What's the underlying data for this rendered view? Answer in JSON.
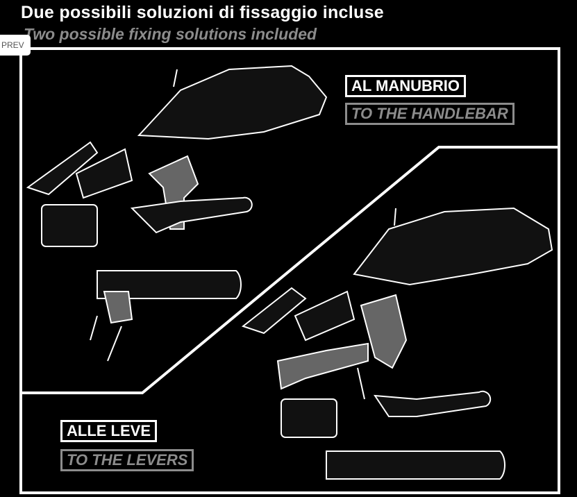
{
  "header": {
    "title": "Due possibili soluzioni di fissaggio incluse",
    "subtitle": "Two possible fixing solutions included"
  },
  "nav": {
    "prev_label": "PREV"
  },
  "panels": {
    "handlebar": {
      "label_it": "AL MANUBRIO",
      "label_en": "TO THE HANDLEBAR"
    },
    "levers": {
      "label_it": "ALLE LEVE",
      "label_en": "TO THE LEVERS"
    }
  },
  "colors": {
    "background": "#000000",
    "primary": "#ffffff",
    "secondary": "#8c8c8c"
  }
}
